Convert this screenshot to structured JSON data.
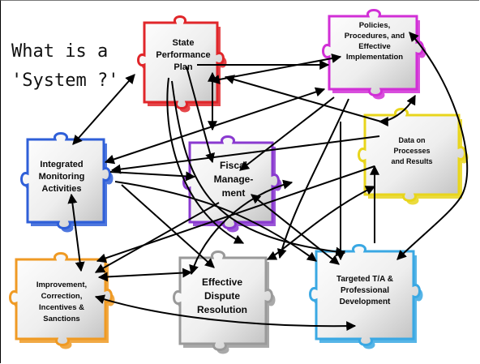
{
  "title": [
    "What is a",
    "'System ?'"
  ],
  "pieces": {
    "state_plan": {
      "label": [
        "State",
        "Performance",
        "Plan"
      ],
      "color": "#e0262a"
    },
    "policies": {
      "label": [
        "Policies,",
        "Procedures, and",
        "Effective",
        "Implementation"
      ],
      "color": "#d12fd6"
    },
    "data": {
      "label": [
        "Data on",
        "Processes",
        "and Results"
      ],
      "color": "#e8d51c"
    },
    "monitoring": {
      "label": [
        "Integrated",
        "Monitoring",
        "Activities"
      ],
      "color": "#2f5fd8"
    },
    "fiscal": {
      "label": [
        "Fiscal",
        "Manage-",
        "ment"
      ],
      "color": "#8a3ad0"
    },
    "improvement": {
      "label": [
        "Improvement,",
        "Correction,",
        "Incentives &",
        "Sanctions"
      ],
      "color": "#ef9a24"
    },
    "dispute": {
      "label": [
        "Effective",
        "Dispute",
        "Resolution"
      ],
      "color": "#9a9a9a"
    },
    "ta": {
      "label": [
        "Targeted T/A &",
        "Professional",
        "Development"
      ],
      "color": "#3aa8e3"
    }
  }
}
